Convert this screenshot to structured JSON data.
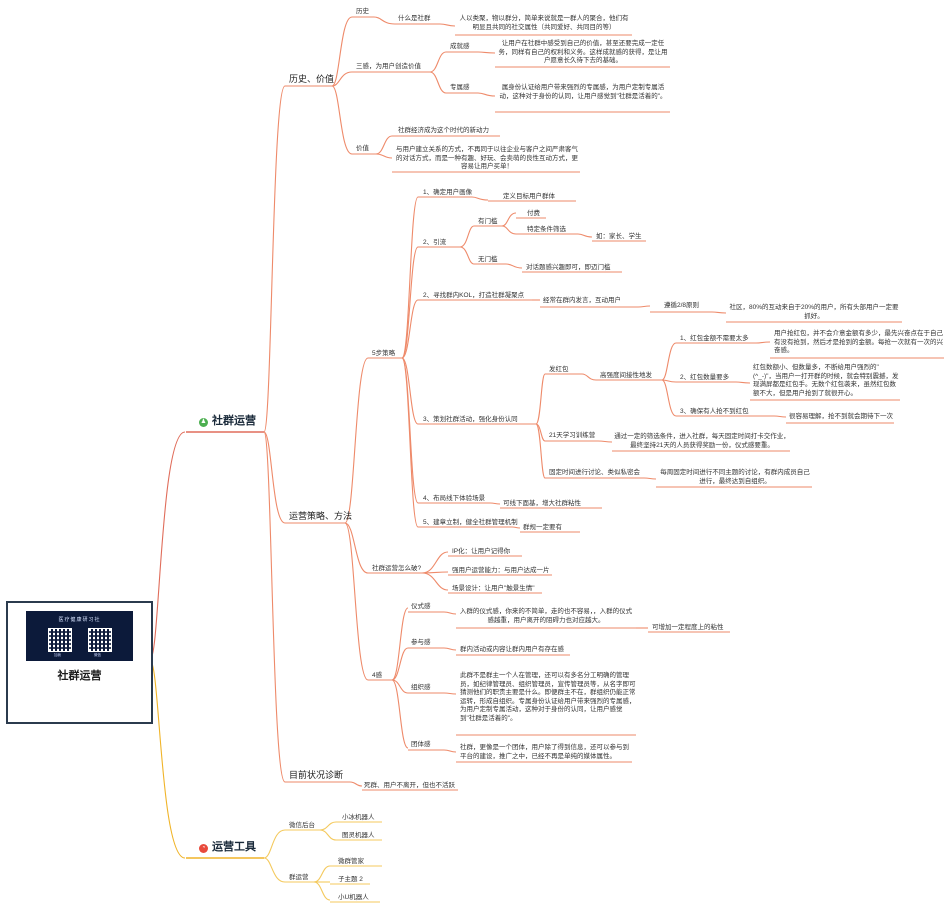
{
  "root": {
    "title": "社群运营",
    "image_heading": "医疗健康研习社",
    "qr_caption_left": "加我",
    "qr_caption_right": "微信"
  },
  "branches": {
    "ops": {
      "label": "社群运营",
      "icon": "person-icon"
    },
    "tools": {
      "label": "运营工具",
      "icon": "clock-icon"
    }
  },
  "history": {
    "label": "历史、价值",
    "history": "历史",
    "what": "什么是社群",
    "what_desc": "人以类聚，物以群分，简单来说就是一群人的聚合，他们有明显且共同的社交属性（共同爱好、共同目的等）",
    "three": "三感，为用户创造价值",
    "achieve": "成就感",
    "achieve_desc": "让用户在社群中感受到自己的价值，甚至还要完成一定任务，同样有自己的权利和义务。这样成就感的获得，是让用户愿意长久待下去的基础。",
    "exclusive": "专属感",
    "exclusive_desc": "属身份认证给用户带来强烈的专属感，为用户定制专属活动，这种对于身份的认同，让用户感觉到\"社群是活着的\"。",
    "value": "价值",
    "value_1": "社群经济成为这个时代的新动力",
    "value_2": "与用户建立关系的方式，不再同于以往企业与客户之间严肃客气的对话方式，而是一种有趣、好玩、会卖萌的良性互动方式，更容易让用户买单！"
  },
  "strategy": {
    "label": "运营策略、方法",
    "five": "5步策略",
    "s1": "1、确定用户画像",
    "s1_a": "定义目标用户群体",
    "s2": "2、引流",
    "s2_door": "有门槛",
    "s2_pay": "付费",
    "s2_cond": "特定条件筛选",
    "s2_cond_eg": "如：家长、学生",
    "s2_nodoor": "无门槛",
    "s2_nodoor_a": "对话题感兴趣即可，即迈门槛",
    "s3": "2、寻找群内KOL，打造社群凝聚点",
    "s3_a": "经常在群内发言，互动用户",
    "s3_b": "遵循2/8原则",
    "s3_c": "社区，80%的互动来自于20%的用户，所有头部用户一定要抓好。",
    "s4": "3、策划社群活动，强化身份认同",
    "redpack": "发红包",
    "redpack_freq": "高强度间接性地发",
    "rp1": "1、红包金额不需要太多",
    "rp1_d": "用户抢红包，并不会介意金额有多少，最先兴奋点在于自己有没有抢到，然后才是抢到的金额。每抢一次就有一次的兴奋感。",
    "rp2": "2、红包数量要多",
    "rp2_d": "红包数额小、但数量多，不断给用户强烈的\"(^_-)\"，当用户一打开群的时候，就会特别震撼，发现满屏都是红包手。无数个红包袭来，虽然红包数额不大，但是用户抢到了就很开心。",
    "rp3": "3、确保有人抢不到红包",
    "rp3_d": "很容易理解，抢不到就会期待下一次",
    "camp": "21天学习训练营",
    "camp_d": "通过一定的筛选条件，进入社群，每天固定时间打卡交作业，最终坚持21天的人员获得奖励一份，仪式感要重。",
    "salon": "固定时间进行讨论、类似私密会",
    "salon_d": "每周固定时间进行不同主题的讨论，有群内成员自己进行，最终达到自组织。",
    "s5": "4、布局线下体验场景",
    "s5_a": "可线下面基，增大社群粘性",
    "s6": "5、建章立制，健全社群管理机制",
    "s6_a": "群规一定要有",
    "how": "社群运营怎么破?",
    "how_ip": "IP化：让用户记得你",
    "how_ability": "强用户运营能力：与用户达成一片",
    "how_scene": "场景设计：让用户\"触景生情\"",
    "four": "4感",
    "ritual": "仪式感",
    "ritual_d": "入群的仪式感，你来的不简单，走的也不容易，，入群的仪式感越重，用户离开的阻碍力也对应越大。",
    "ritual_e": "可增加一定程度上的粘性",
    "part": "参与感",
    "part_d": "群内活动或内容让群内用户有存在感",
    "org": "组织感",
    "org_d": "此群不是群主一个人在管理，还可以有多名分工明确的管理员，如纪律管理员、组织管理员，宣传管理员等，从名字即可猜测他们的职责主要是什么。即便群主不在，群组织仍能正常运转，形成自组织。专属身份认证给用户带来强烈的专属感，为用户定制专属活动，这种对于身份的认同，让用户感觉到\"社群是活着的\"。",
    "team": "团体感",
    "team_d": "社群，更像是一个团体，用户除了得到信息，还可以参与到平台的建设，推广之中，已经不再是单纯的媒体属性。"
  },
  "diagnosis": {
    "label": "目前状况诊断",
    "desc": "死群、用户不离开，但也不活跃"
  },
  "tools": {
    "wechat": "微信后台",
    "wechat_a": "小冰机器人",
    "wechat_b": "图灵机器人",
    "group": "群运营",
    "group_a": "微群管家",
    "group_b": "子主题 2",
    "group_c": "小U机器人"
  },
  "colors": {
    "ops_line": "#e06d5b",
    "tools_line": "#f0b429",
    "ops_icon": "#4caf50",
    "tools_icon": "#e84a3c",
    "node_line": "#ee8a6a"
  }
}
